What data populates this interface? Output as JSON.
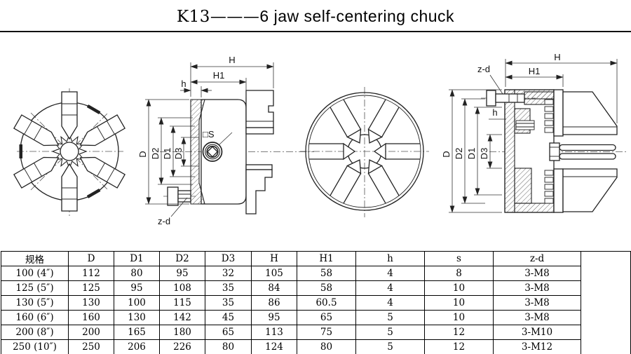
{
  "title": {
    "prefix": "K13———",
    "main": "6 jaw self-centering chuck"
  },
  "drawings": {
    "left_section": {
      "labels": {
        "H": "H",
        "H1": "H1",
        "h": "h",
        "D": "D",
        "D2": "D2",
        "D1": "D1",
        "D3": "D3",
        "S": "□S",
        "zd": "z-d"
      }
    },
    "right_section": {
      "labels": {
        "H": "H",
        "H1": "H1",
        "h": "h",
        "D": "D",
        "D2": "D2",
        "D1": "D1",
        "D3": "D3",
        "zd": "z-d"
      }
    }
  },
  "table": {
    "headers": [
      "规格",
      "D",
      "D1",
      "D2",
      "D3",
      "H",
      "H1",
      "h",
      "s",
      "z-d",
      ""
    ],
    "rows": [
      [
        "100 (4″)",
        "112",
        "80",
        "95",
        "32",
        "105",
        "58",
        "4",
        "8",
        "3-M8"
      ],
      [
        "125 (5″)",
        "125",
        "95",
        "108",
        "35",
        "84",
        "58",
        "4",
        "10",
        "3-M8"
      ],
      [
        "130 (5″)",
        "130",
        "100",
        "115",
        "35",
        "86",
        "60.5",
        "4",
        "10",
        "3-M8"
      ],
      [
        "160 (6″)",
        "160",
        "130",
        "142",
        "45",
        "95",
        "65",
        "5",
        "10",
        "3-M8"
      ],
      [
        "200 (8″)",
        "200",
        "165",
        "180",
        "65",
        "113",
        "75",
        "5",
        "12",
        "3-M10"
      ],
      [
        "250 (10″)",
        "250",
        "206",
        "226",
        "80",
        "124",
        "80",
        "5",
        "12",
        "3-M12"
      ]
    ]
  }
}
